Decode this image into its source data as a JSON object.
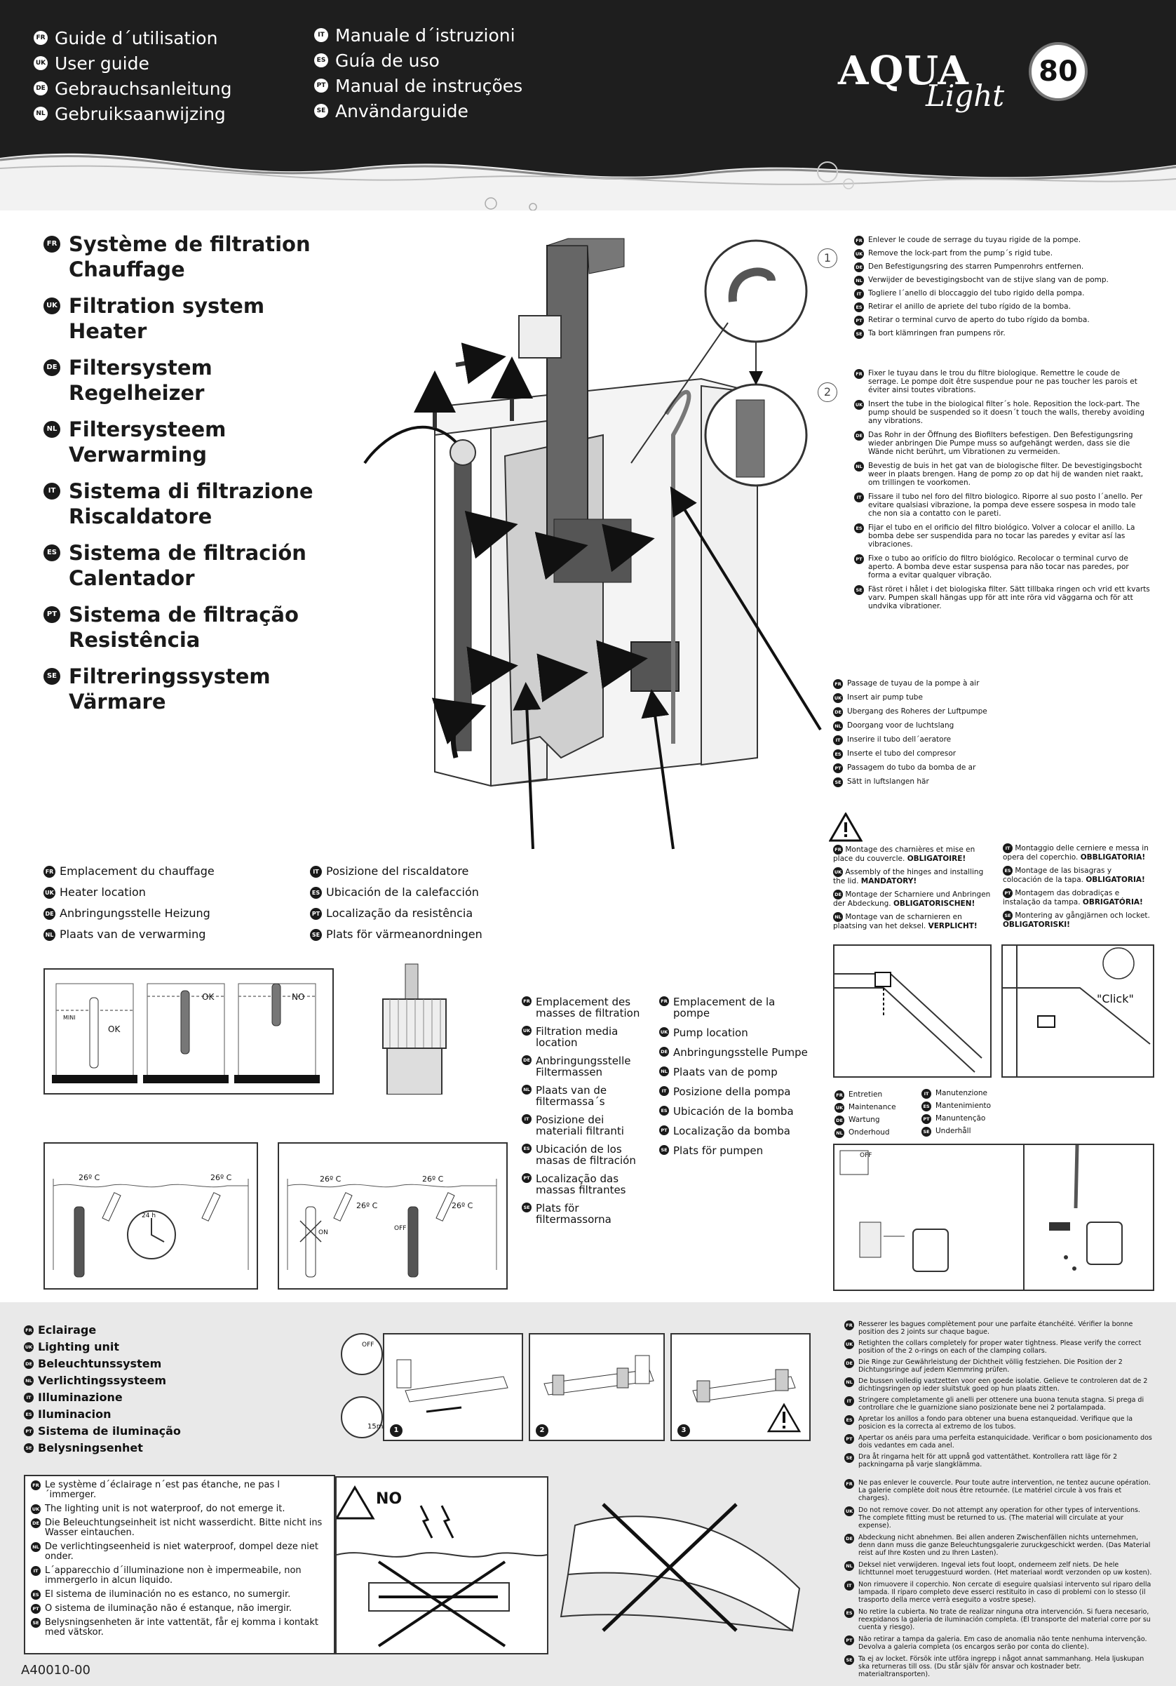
{
  "header": {
    "left": [
      {
        "code": "FR",
        "text": "Guide d´utilisation"
      },
      {
        "code": "UK",
        "text": "User guide"
      },
      {
        "code": "DE",
        "text": "Gebrauchsanleitung"
      },
      {
        "code": "NL",
        "text": "Gebruiksaanwijzing"
      }
    ],
    "right": [
      {
        "code": "IT",
        "text": "Manuale d´istruzioni"
      },
      {
        "code": "ES",
        "text": "Guía de uso"
      },
      {
        "code": "PT",
        "text": "Manual de instruções"
      },
      {
        "code": "SE",
        "text": "Användarguide"
      }
    ],
    "logo": {
      "word1": "AQUA",
      "word2": "Light",
      "number": "80"
    }
  },
  "titles": [
    {
      "code": "FR",
      "l1": "Système de filtration",
      "l2": "Chauffage"
    },
    {
      "code": "UK",
      "l1": "Filtration system",
      "l2": "Heater"
    },
    {
      "code": "DE",
      "l1": "Filtersystem",
      "l2": "Regelheizer"
    },
    {
      "code": "NL",
      "l1": "Filtersysteem",
      "l2": "Verwarming"
    },
    {
      "code": "IT",
      "l1": "Sistema di filtrazione",
      "l2": "Riscaldatore"
    },
    {
      "code": "ES",
      "l1": "Sistema de filtración",
      "l2": "Calentador"
    },
    {
      "code": "PT",
      "l1": "Sistema de filtração",
      "l2": "Resistência"
    },
    {
      "code": "SE",
      "l1": "Filtreringssystem",
      "l2": "Värmare"
    }
  ],
  "step1": [
    {
      "code": "FR",
      "text": "Enlever le coude de serrage du tuyau rigide de la pompe."
    },
    {
      "code": "UK",
      "text": "Remove the lock-part from the pump´s rigid tube."
    },
    {
      "code": "DE",
      "text": "Den Befestigungsring des starren Pumpenrohrs entfernen."
    },
    {
      "code": "NL",
      "text": "Verwijder de bevestigingsbocht van de stijve slang van de pomp."
    },
    {
      "code": "IT",
      "text": "Togliere l´anello di bloccaggio del tubo rigido della pompa."
    },
    {
      "code": "ES",
      "text": "Retirar el anillo de apriete del tubo rígido de la bomba."
    },
    {
      "code": "PT",
      "text": "Retirar o terminal curvo de aperto do tubo rígido da bomba."
    },
    {
      "code": "SE",
      "text": "Ta bort klämringen fran pumpens rör."
    }
  ],
  "step_numbers": {
    "one": "1",
    "two": "2",
    "three": "3"
  },
  "step2": [
    {
      "code": "FR",
      "text": "Fixer le tuyau dans le trou du filtre biologique. Remettre le coude de serrage. Le pompe doit être suspendue pour ne pas toucher les parois et éviter ainsi toutes vibrations."
    },
    {
      "code": "UK",
      "text": "Insert the tube in the biological filter´s hole. Reposition the lock-part. The pump should be suspended so it doesn´t touch the walls, thereby avoiding any vibrations."
    },
    {
      "code": "DE",
      "text": "Das Rohr in der Öffnung des Biofilters befestigen. Den Befestigungsring wieder anbringen Die Pumpe muss so aufgehängt werden, dass sie die Wände nicht berührt, um Vibrationen zu vermeiden."
    },
    {
      "code": "NL",
      "text": "Bevestig de buis in het gat van de biologische filter. De bevestigingsbocht weer in plaats brengen. Hang de pomp zo op dat hij de wanden niet raakt, om trillingen te voorkomen."
    },
    {
      "code": "IT",
      "text": "Fissare il tubo nel foro del filtro biologico. Riporre al suo posto l´anello. Per evitare qualsiasi vibrazione, la pompa deve essere sospesa in modo tale che non sia a contatto con le pareti."
    },
    {
      "code": "ES",
      "text": "Fijar el tubo en el orificio del filtro biológico. Volver a colocar el anillo. La bomba debe ser suspendida para no tocar las paredes y evitar así las vibraciones."
    },
    {
      "code": "PT",
      "text": "Fixe o tubo ao orifício do filtro biológico. Recolocar o terminal curvo de aperto. A bomba deve estar suspensa para não tocar nas paredes, por forma a evitar qualquer vibração."
    },
    {
      "code": "SE",
      "text": "Fäst röret i hålet i det biologiska filter. Sätt tillbaka ringen och vrid ett kvarts varv. Pumpen skall hängas upp för att inte röra vid väggarna och för att undvika vibrationer."
    }
  ],
  "air_tube": [
    {
      "code": "FR",
      "text": "Passage de tuyau de la pompe à air"
    },
    {
      "code": "UK",
      "text": "Insert air pump tube"
    },
    {
      "code": "DE",
      "text": "Ubergang des Roheres der Luftpumpe"
    },
    {
      "code": "NL",
      "text": "Doorgang voor de luchtslang"
    },
    {
      "code": "IT",
      "text": "Inserire il tubo dell´aeratore"
    },
    {
      "code": "ES",
      "text": "Inserte el tubo del compresor"
    },
    {
      "code": "PT",
      "text": "Passagem do tubo da bomba de ar"
    },
    {
      "code": "SE",
      "text": "Sätt in luftslangen här"
    }
  ],
  "heater_location": {
    "left": [
      {
        "code": "FR",
        "text": "Emplacement du chauffage"
      },
      {
        "code": "UK",
        "text": "Heater location"
      },
      {
        "code": "DE",
        "text": "Anbringungsstelle Heizung"
      },
      {
        "code": "NL",
        "text": "Plaats van de verwarming"
      }
    ],
    "right": [
      {
        "code": "IT",
        "text": "Posizione del riscaldatore"
      },
      {
        "code": "ES",
        "text": "Ubicación de la calefacción"
      },
      {
        "code": "PT",
        "text": "Localização da resistência"
      },
      {
        "code": "SE",
        "text": "Plats för värmeanordningen"
      }
    ]
  },
  "hinges": {
    "left": [
      {
        "code": "FR",
        "text": "Montage des charnières et mise en place du couvercle.",
        "strong": "OBLIGATOIRE!"
      },
      {
        "code": "UK",
        "text": "Assembly of the hinges and installing the lid.",
        "strong": "MANDATORY!"
      },
      {
        "code": "DE",
        "text": "Montage der Scharniere und Anbringen der Abdeckung.",
        "strong": "OBLIGATORISCHEN!"
      },
      {
        "code": "NL",
        "text": "Montage van de scharnieren en plaatsing van het deksel.",
        "strong": "VERPLICHT!"
      }
    ],
    "right": [
      {
        "code": "IT",
        "text": "Montaggio delle cerniere e messa in opera del coperchio.",
        "strong": "OBBLIGATORIA!"
      },
      {
        "code": "ES",
        "text": "Montage de las bisagras y colocación de la tapa.",
        "strong": "OBLIGATORIA!"
      },
      {
        "code": "PT",
        "text": "Montagem das dobradiças e instalação da tampa.",
        "strong": "OBRIGATÓRIA!"
      },
      {
        "code": "SE",
        "text": "Montering av gångjärnen och locket.",
        "strong": "OBLIGATORISKI!"
      }
    ],
    "click_label": "\"Click\""
  },
  "heater_diagrams": {
    "ok": "OK",
    "no": "NO",
    "mini": "MINI",
    "temp": "26º C",
    "hours": "24 h",
    "on": "ON",
    "off": "OFF"
  },
  "filter_media": [
    {
      "code": "FR",
      "text": "Emplacement des masses de filtration"
    },
    {
      "code": "UK",
      "text": "Filtration media location"
    },
    {
      "code": "DE",
      "text": "Anbringungsstelle Filtermassen"
    },
    {
      "code": "NL",
      "text": "Plaats van de filtermassa´s"
    },
    {
      "code": "IT",
      "text": "Posizione dei materiali filtranti"
    },
    {
      "code": "ES",
      "text": "Ubicación de los masas de filtración"
    },
    {
      "code": "PT",
      "text": "Localização das massas filtrantes"
    },
    {
      "code": "SE",
      "text": "Plats för filtermassorna"
    }
  ],
  "pump_location": [
    {
      "code": "FR",
      "text": "Emplacement de la pompe"
    },
    {
      "code": "UK",
      "text": "Pump location"
    },
    {
      "code": "DE",
      "text": "Anbringungsstelle Pumpe"
    },
    {
      "code": "NL",
      "text": "Plaats van de pomp"
    },
    {
      "code": "IT",
      "text": "Posizione della pompa"
    },
    {
      "code": "ES",
      "text": "Ubicación de la bomba"
    },
    {
      "code": "PT",
      "text": "Localização da bomba"
    },
    {
      "code": "SE",
      "text": "Plats för pumpen"
    }
  ],
  "maintenance": {
    "left": [
      {
        "code": "FR",
        "text": "Entretien"
      },
      {
        "code": "UK",
        "text": "Maintenance"
      },
      {
        "code": "DE",
        "text": "Wartung"
      },
      {
        "code": "NL",
        "text": "Onderhoud"
      }
    ],
    "right": [
      {
        "code": "IT",
        "text": "Manutenzione"
      },
      {
        "code": "ES",
        "text": "Mantenimiento"
      },
      {
        "code": "PT",
        "text": "Manuntenção"
      },
      {
        "code": "SE",
        "text": "Underhåll"
      }
    ],
    "off": "OFF"
  },
  "lighting": [
    {
      "code": "FR",
      "text": "Eclairage"
    },
    {
      "code": "UK",
      "text": "Lighting unit"
    },
    {
      "code": "DE",
      "text": "Beleuchtunssystem"
    },
    {
      "code": "NL",
      "text": "Verlichtingssysteem"
    },
    {
      "code": "IT",
      "text": "Illuminazione"
    },
    {
      "code": "ES",
      "text": "Iluminacion"
    },
    {
      "code": "PT",
      "text": "Sistema de iluminação"
    },
    {
      "code": "SE",
      "text": "Belysningsenhet"
    }
  ],
  "lighting_diagram": {
    "off": "OFF",
    "time": "15m"
  },
  "collars": [
    {
      "code": "FR",
      "text": "Resserer les bagues complètement pour une parfaite étanchéité. Vérifier la bonne position des 2 joints sur chaque bague."
    },
    {
      "code": "UK",
      "text": "Retighten the collars completely for proper water tightness. Please verify the correct position of the 2 o-rings on each of the clamping collars."
    },
    {
      "code": "DE",
      "text": "Die Ringe zur Gewährleistung der Dichtheit völlig festziehen. Die Position der 2 Dichtungsringe auf jedem Klemmring prüfen."
    },
    {
      "code": "NL",
      "text": "De bussen volledig vastzetten voor een goede isolatie. Gelieve te controleren dat de 2 dichtingsringen op ieder sluitstuk goed op hun plaats zitten."
    },
    {
      "code": "IT",
      "text": "Stringere completamente gli anelli per ottenere una buona tenuta stagna. Si prega di controllare che le guarnizione siano posizionate bene nei 2 portalampada."
    },
    {
      "code": "ES",
      "text": "Apretar los anillos a fondo para obtener una buena estanqueidad. Verifique que la posicion es la correcta al extremo de los tubos."
    },
    {
      "code": "PT",
      "text": "Apertar os anéis para uma perfeita estanquicidade. Verificar o bom posicionamento dos dois vedantes em cada anel."
    },
    {
      "code": "SE",
      "text": "Dra åt ringarna helt för att uppnå god vattentäthet. Kontrollera ratt läge för 2 packningarna på varje slangklämma."
    }
  ],
  "not_waterproof": [
    {
      "code": "FR",
      "text": "Le système d´éclairage n´est pas étanche, ne pas l´immerger."
    },
    {
      "code": "UK",
      "text": "The lighting unit is not waterproof, do not emerge it."
    },
    {
      "code": "DE",
      "text": "Die Beleuchtungseinheit ist nicht wasserdicht. Bitte nicht ins Wasser eintauchen."
    },
    {
      "code": "NL",
      "text": "De verlichtingseenheid is niet waterproof, dompel deze niet onder."
    },
    {
      "code": "IT",
      "text": "L´apparecchio d´illuminazione non è impermeabile, non immergerlo in alcun liquido."
    },
    {
      "code": "ES",
      "text": "El sistema de iluminación no es estanco, no sumergir."
    },
    {
      "code": "PT",
      "text": "O sistema de iluminação não é estanque, não imergir."
    },
    {
      "code": "SE",
      "text": "Belysningsenheten är inte vattentät, får ej komma i kontakt med vätskor."
    }
  ],
  "no_label": "NO",
  "cover": [
    {
      "code": "FR",
      "text": "Ne pas enlever le couvercle. Pour toute autre intervention, ne tentez aucune opération. La galerie complète doit nous être retournée. (Le matériel circule à vos frais et charges)."
    },
    {
      "code": "UK",
      "text": "Do not remove cover. Do not attempt any operation for other types of interventions. The complete fitting must be returned to us. (The material will circulate at your expense)."
    },
    {
      "code": "DE",
      "text": "Abdeckung nicht abnehmen. Bei allen anderen Zwischenfällen nichts unternehmen, denn dann muss die ganze Beleuchtungsgalerie zuruckgeschickt werden. (Das Material reist auf Ihre Kosten und zu Ihren Lasten)."
    },
    {
      "code": "NL",
      "text": "Deksel niet verwijderen. Ingeval iets fout loopt, onderneem zelf niets. De hele lichttunnel moet teruggestuurd worden. (Het materiaal wordt verzonden op uw kosten)."
    },
    {
      "code": "IT",
      "text": "Non rimuovere il coperchio. Non cercate di eseguire qualsiasi intervento sul riparo della lampada. Il riparo completo deve esserci restituito in caso di problemi con lo stesso (il trasporto della merce verrà eseguito a vostre spese)."
    },
    {
      "code": "ES",
      "text": "No retire la cubierta. No trate de realizar ninguna otra intervención. Si fuera necesario, reexpidanos la galeria de iluminación completa. (El transporte del material corre por su cuenta y riesgo)."
    },
    {
      "code": "PT",
      "text": "Não retirar a tampa da galeria. Em caso de anomalia não tente nenhuma intervenção. Devolva a galeria completa (os encargos serão por conta do cliente)."
    },
    {
      "code": "SE",
      "text": "Ta ej av locket. Försök inte utföra ingrepp i något annat sammanhang. Hela ljuskupan ska returneras till oss. (Du står själv för ansvar och kostnader betr. materialtransporten)."
    }
  ],
  "footer": {
    "code": "A40010-00"
  }
}
